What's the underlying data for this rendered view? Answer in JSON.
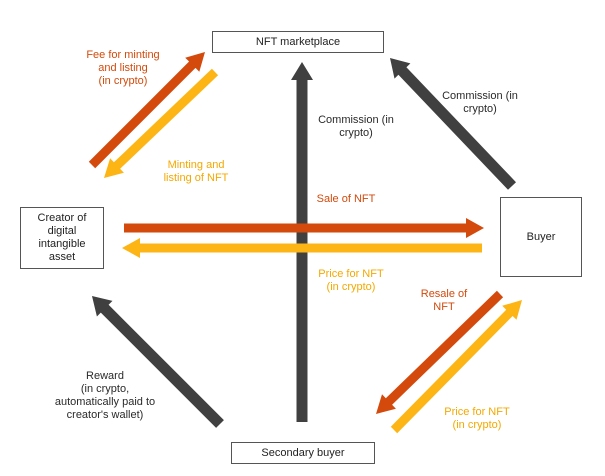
{
  "colors": {
    "orange": "#D34A0C",
    "yellow": "#FDB515",
    "dark": "#404040",
    "yellow_text": "#F5A800"
  },
  "nodes": {
    "nft_marketplace": "NFT marketplace",
    "creator": "Creator of\ndigital\nintangible\nasset",
    "buyer": "Buyer",
    "secondary_buyer": "Secondary buyer"
  },
  "labels": {
    "fee_for_minting": "Fee for minting\nand listing\n(in crypto)",
    "minting_listing": "Minting and\nlisting of NFT",
    "commission_center": "Commission (in\ncrypto)",
    "commission_right": "Commission (in\ncrypto)",
    "sale_of_nft": "Sale of NFT",
    "price_for_nft_center": "Price for NFT\n(in crypto)",
    "resale_of_nft": "Resale of\nNFT",
    "price_for_nft_bottom": "Price for NFT\n(in crypto)",
    "reward": "Reward\n(in crypto,\nautomatically paid to\ncreator's wallet)"
  }
}
